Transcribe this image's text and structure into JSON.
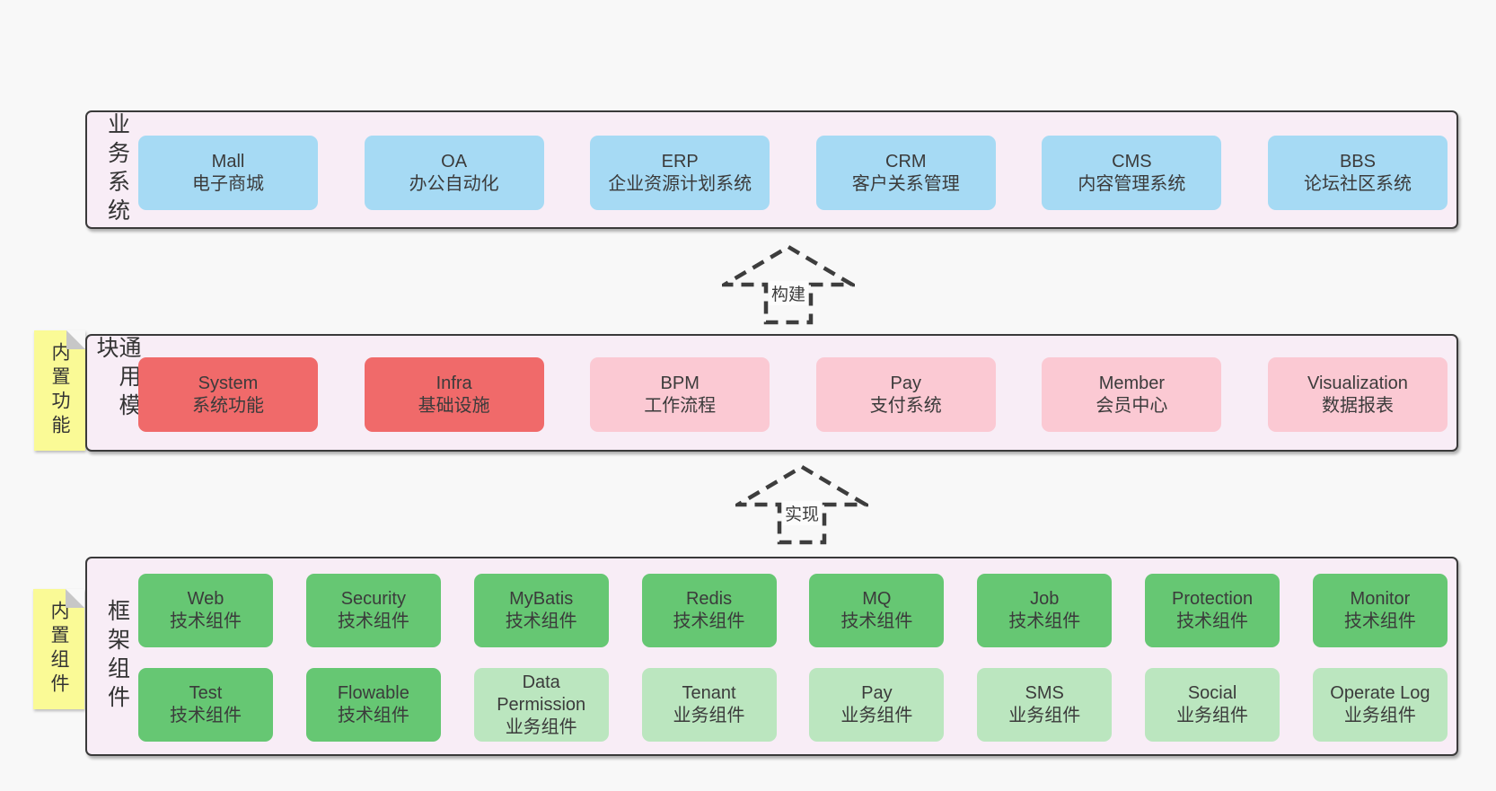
{
  "colors": {
    "page_bg": "#f8f8f8",
    "band_bg": "#f8edf6",
    "band_border": "#3a3a3a",
    "box_blue": "#a6daf4",
    "box_red": "#f06a6a",
    "box_pink": "#fbc9d3",
    "box_green": "#66c773",
    "box_light_green": "#bbe6bf",
    "sticky_yellow": "#fafa96",
    "arrow_stroke": "#3d3d3d",
    "text": "#3b3b3b"
  },
  "bands": {
    "business": {
      "label": "业务系统",
      "boxes": [
        {
          "name": "Mall",
          "subtitle": "电子商城"
        },
        {
          "name": "OA",
          "subtitle": "办公自动化"
        },
        {
          "name": "ERP",
          "subtitle": "企业资源计划系统"
        },
        {
          "name": "CRM",
          "subtitle": "客户关系管理"
        },
        {
          "name": "CMS",
          "subtitle": "内容管理系统"
        },
        {
          "name": "BBS",
          "subtitle": "论坛社区系统"
        }
      ]
    },
    "modules": {
      "label": "通用模块",
      "sticky": "内置功能",
      "boxes": [
        {
          "name": "System",
          "subtitle": "系统功能"
        },
        {
          "name": "Infra",
          "subtitle": "基础设施"
        },
        {
          "name": "BPM",
          "subtitle": "工作流程"
        },
        {
          "name": "Pay",
          "subtitle": "支付系统"
        },
        {
          "name": "Member",
          "subtitle": "会员中心"
        },
        {
          "name": "Visualization",
          "subtitle": "数据报表"
        }
      ]
    },
    "components": {
      "label": "框架组件",
      "sticky": "内置组件",
      "row1": [
        {
          "name": "Web",
          "subtitle": "技术组件"
        },
        {
          "name": "Security",
          "subtitle": "技术组件"
        },
        {
          "name": "MyBatis",
          "subtitle": "技术组件"
        },
        {
          "name": "Redis",
          "subtitle": "技术组件"
        },
        {
          "name": "MQ",
          "subtitle": "技术组件"
        },
        {
          "name": "Job",
          "subtitle": "技术组件"
        },
        {
          "name": "Protection",
          "subtitle": "技术组件"
        },
        {
          "name": "Monitor",
          "subtitle": "技术组件"
        }
      ],
      "row2": [
        {
          "name": "Test",
          "subtitle": "技术组件"
        },
        {
          "name": "Flowable",
          "subtitle": "技术组件"
        },
        {
          "name": "Data Permission",
          "subtitle": "业务组件"
        },
        {
          "name": "Tenant",
          "subtitle": "业务组件"
        },
        {
          "name": "Pay",
          "subtitle": "业务组件"
        },
        {
          "name": "SMS",
          "subtitle": "业务组件"
        },
        {
          "name": "Social",
          "subtitle": "业务组件"
        },
        {
          "name": "Operate Log",
          "subtitle": "业务组件"
        }
      ]
    }
  },
  "arrows": {
    "build": {
      "label": "构建"
    },
    "implement": {
      "label": "实现"
    }
  }
}
